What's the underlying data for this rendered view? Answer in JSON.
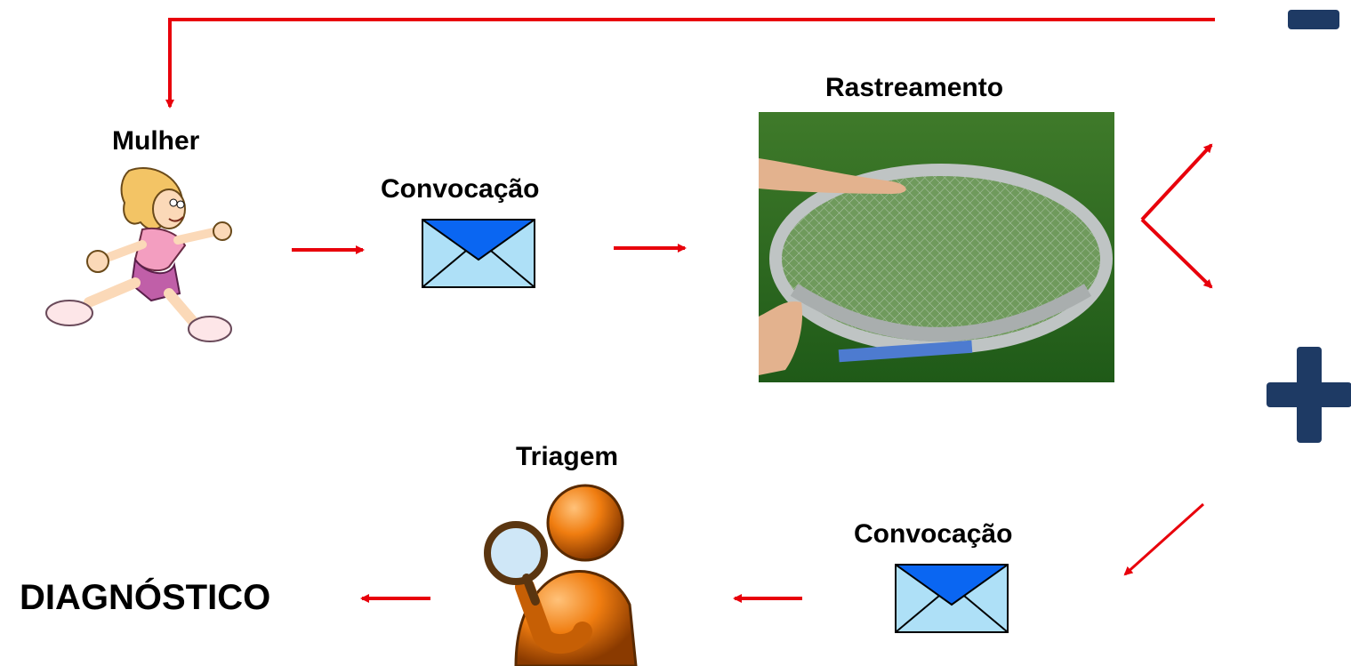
{
  "labels": {
    "woman": "Mulher",
    "invite_1": "Convocação",
    "screening": "Rastreamento",
    "triage": "Triagem",
    "invite_2": "Convocação",
    "diagnosis": "DIAGNÓSTICO"
  },
  "outcomes": {
    "negative": "−",
    "positive": "+"
  },
  "icons": {
    "woman": "running-woman-icon",
    "envelope": "envelope-icon",
    "sieve": "sieve-photo",
    "triage": "magnifier-person-icon"
  },
  "colors": {
    "arrow": "#e8000b",
    "sign": "#1e3a64",
    "envelope_body": "#aee0f7",
    "envelope_flap": "#0a66f2",
    "figure": "#f07d10"
  }
}
